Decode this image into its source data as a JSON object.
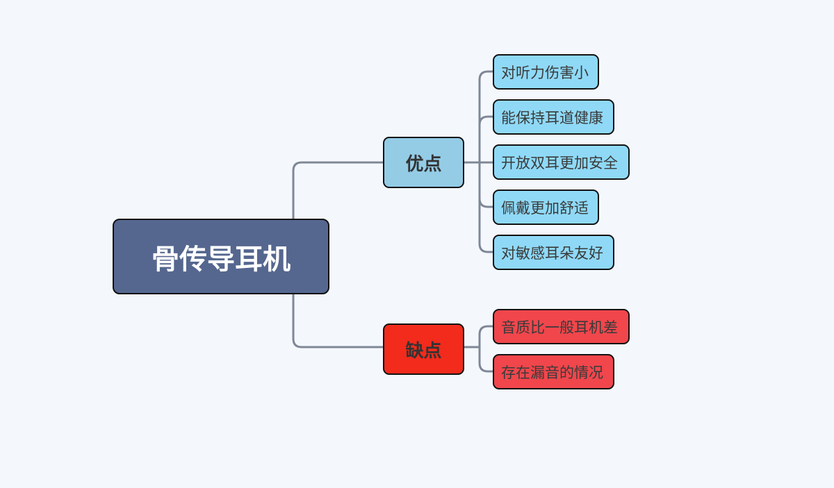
{
  "colors": {
    "background": "#f4f8fd",
    "root_fill": "#55678f",
    "pros_branch_fill": "#94cce6",
    "cons_branch_fill": "#f22b1c",
    "pros_leaf_fill": "#8fd9f7",
    "cons_leaf_fill": "#f0464c",
    "connector": "#7f8796"
  },
  "root": {
    "label": "骨传导耳机"
  },
  "pros": {
    "label": "优点",
    "items": [
      "对听力伤害小",
      "能保持耳道健康",
      "开放双耳更加安全",
      "佩戴更加舒适",
      "对敏感耳朵友好"
    ]
  },
  "cons": {
    "label": "缺点",
    "items": [
      "音质比一般耳机差",
      "存在漏音的情况"
    ]
  }
}
